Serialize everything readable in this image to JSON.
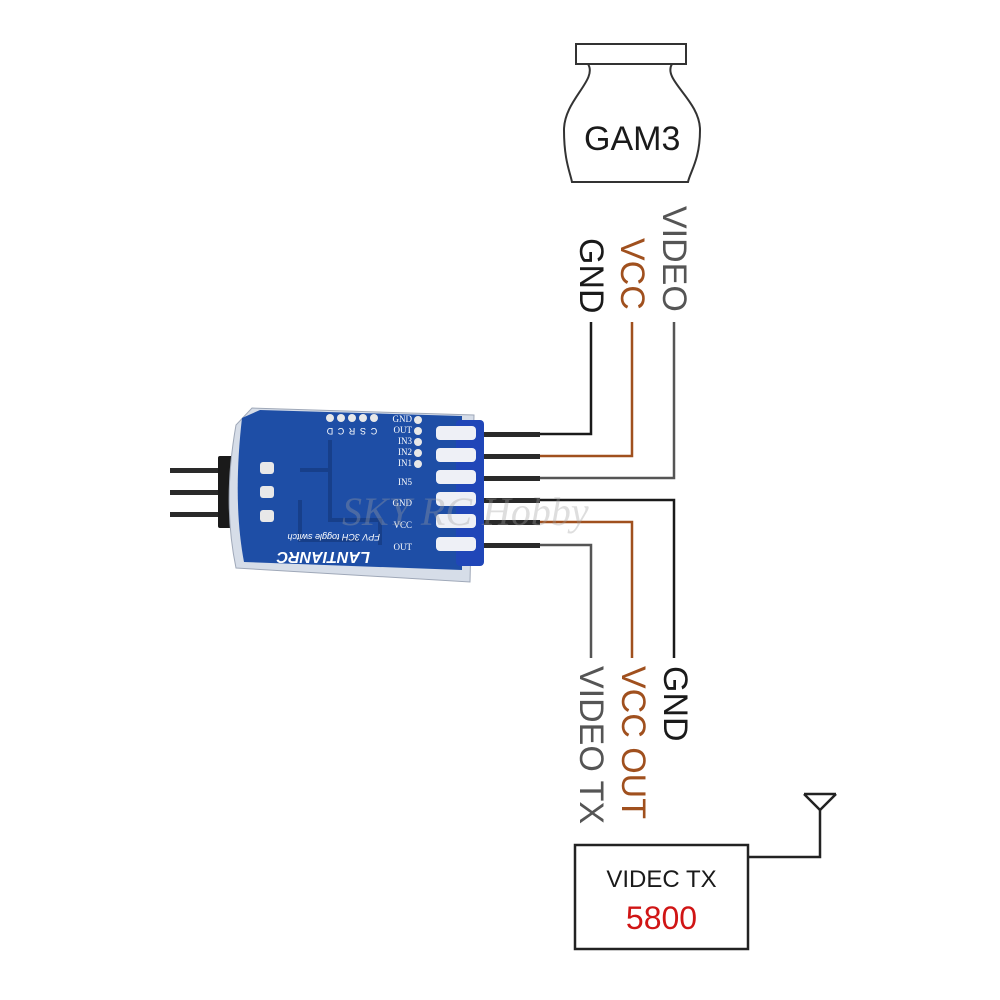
{
  "camera": {
    "label": "GAM3"
  },
  "camera_wires": {
    "gnd": "GND",
    "vcc": "VCC",
    "video": "VIDEO"
  },
  "tx_wires": {
    "gnd": "GND",
    "vcc_out": "VCC OUT",
    "video_tx": "VIDEO TX"
  },
  "board": {
    "brand": "LANTIANRC",
    "subtitle": "FPV 3CH toggle switch",
    "pin_labels": [
      "GND",
      "OUT",
      "IN3",
      "IN2",
      "IN1",
      "IN5",
      "GND",
      "VCC",
      "OUT"
    ],
    "top_labels": [
      "D",
      "C",
      "R",
      "S",
      "C"
    ]
  },
  "transmitter": {
    "title": "VIDEC TX",
    "frequency": "5800"
  },
  "watermark": "SKY RC Hobby",
  "colors": {
    "gnd": "#1a1a1a",
    "vcc": "#a0501e",
    "video": "#555555",
    "board": "#1e4ea6",
    "frequency": "#d01515"
  }
}
